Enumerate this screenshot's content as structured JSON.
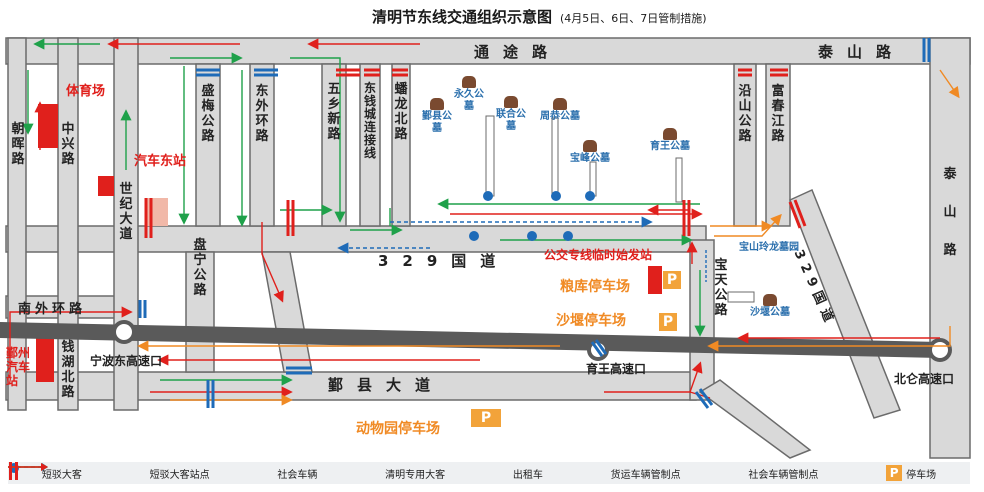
{
  "title": "清明节东线交通组织示意图",
  "subtitle": "(4月5日、6日、7日管制措施)",
  "roads": {
    "tongtu": "通途路",
    "taishan_h": "泰山路",
    "taishan_v": "泰山路",
    "g329": "329国道",
    "g329_diag": "329国道",
    "yinxian": "鄞县大道",
    "nanwaihuan": "南外环路",
    "shengmei": "盛梅公路",
    "dongwaihuan": "东外环路",
    "wuxiang": "五乡新路",
    "dongqian": "东钱城连接线",
    "panlong": "蟠龙北路",
    "yanshan": "沿山公路",
    "fuchun": "富春江路",
    "chaohui": "朝晖路",
    "zhongxing": "中兴路",
    "shiji": "世纪大道",
    "panning": "盘宁公路",
    "qianhu": "钱湖北路",
    "baotian": "宝天公路"
  },
  "places": {
    "stadium": "体育场",
    "east_bus": "汽车东站",
    "yinzhou_bus": "鄞州汽车站",
    "bus_terminal": "公交专线临时始发站",
    "nb_east_exit": "宁波东高速口",
    "yuwang_exit": "育王高速口",
    "beilun_exit": "北仑高速口"
  },
  "parking": {
    "symbol": "P",
    "liangku": "粮库停车场",
    "shayan": "沙堰停车场",
    "zoo": "动物园停车场"
  },
  "cemeteries": [
    "鄞县公墓",
    "永久公墓",
    "联合公墓",
    "周恭公墓",
    "宝峰公墓",
    "育王公墓",
    "宝山玲龙墓园",
    "沙堰公墓"
  ],
  "legend": [
    {
      "id": "shuttle",
      "label": "短驳大客"
    },
    {
      "id": "shuttle_stop",
      "label": "短驳大客站点"
    },
    {
      "id": "social",
      "label": "社会车辆"
    },
    {
      "id": "qingming",
      "label": "清明专用大客"
    },
    {
      "id": "taxi",
      "label": "出租车"
    },
    {
      "id": "freight_ctrl",
      "label": "货运车辆管制点"
    },
    {
      "id": "social_ctrl",
      "label": "社会车辆管制点"
    },
    {
      "id": "parking",
      "label": "停车场"
    }
  ],
  "colors": {
    "road": "#d9d9d9",
    "road_border": "#6b6b6b",
    "expressway": "#5a5a5a",
    "shuttle": "#1e6bb8",
    "social": "#f08a24",
    "qingming": "#1fa14a",
    "taxi": "#e0201c",
    "freight": "#1e6bb8",
    "social_ctrl": "#e0201c",
    "parking": "#f2a33a"
  }
}
